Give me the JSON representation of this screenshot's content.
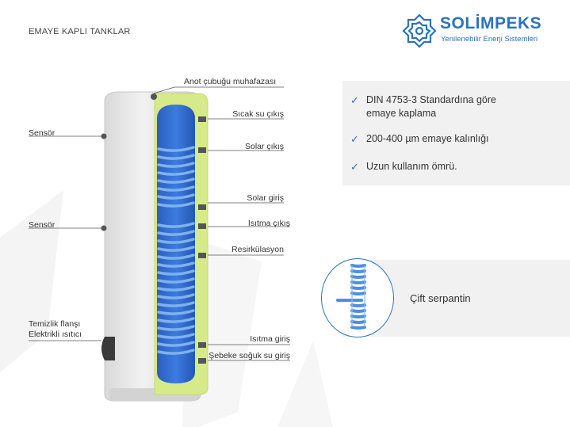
{
  "page": {
    "title": "EMAYE KAPLI TANKLAR"
  },
  "logo": {
    "brand": "SOLİMPEKS",
    "tagline": "Yenilenebilir Enerji Sistemleri",
    "color": "#2b73bd"
  },
  "labels": {
    "anode": "Anot çubuğu muhafazası",
    "hot_water_out": "Sıcak su çıkış",
    "solar_out": "Solar çıkış",
    "solar_in": "Solar giriş",
    "heating_out": "Isıtma çıkış",
    "recirculation": "Resirkülasyon",
    "heating_in": "Isıtma giriş",
    "cold_water_in": "Şebeke soğuk su giriş",
    "sensor_top": "Sensör",
    "sensor_mid": "Sensör",
    "cleaning_flange_1": "Temizlik flanşı",
    "cleaning_flange_2": "Elektrikli ısıtıcı"
  },
  "features": [
    {
      "icon": "check-icon",
      "line1": "DIN 4753-3 Standardına göre",
      "line2": "emaye kaplama"
    },
    {
      "icon": "check-icon",
      "line1": "200-400 µm emaye kalınlığı",
      "line2": ""
    },
    {
      "icon": "check-icon",
      "line1": "Uzun kullanım ömrü.",
      "line2": ""
    }
  ],
  "coil": {
    "label": "Çift serpantin"
  },
  "colors": {
    "accent": "#2b73bd",
    "insulation": "#d7ea8a",
    "inner_tank": "#2f6fcf",
    "coil": "#6fa6e6",
    "shell": "#e6e6e6"
  }
}
